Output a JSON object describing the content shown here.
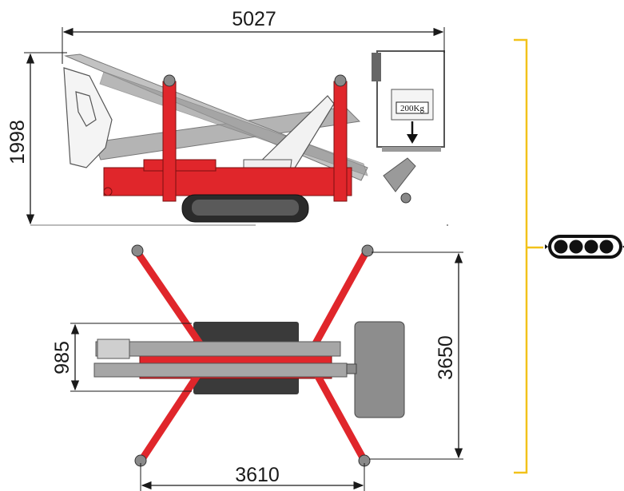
{
  "dimensions": {
    "total_length": "5027",
    "height": "1998",
    "width_body": "985",
    "outrigger_span_y": "3650",
    "outrigger_span_x": "3610"
  },
  "basket_load": "200Kg",
  "icons": [
    "track-icon"
  ],
  "colors": {
    "machine_red": "#e0262b",
    "machine_grey": "#a6a6a6",
    "track_dark": "#2b2b2b",
    "bracket_yellow": "#f2c21a"
  }
}
